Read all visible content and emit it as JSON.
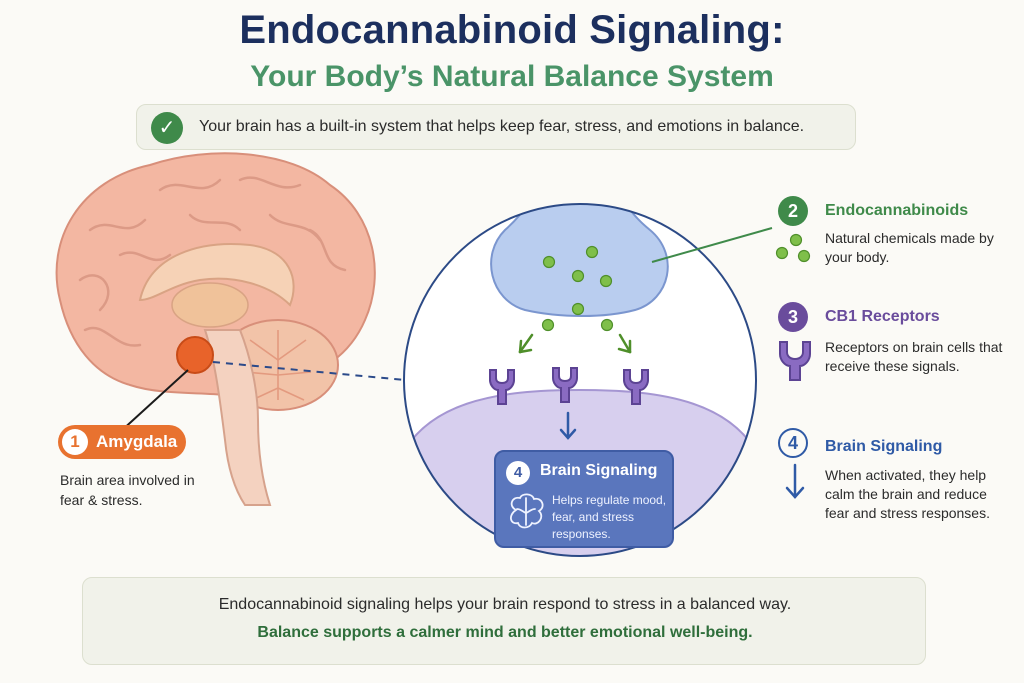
{
  "header": {
    "title": "Endocannabinoid Signaling:",
    "subtitle": "Your Body’s Natural Balance System"
  },
  "intro": {
    "check_icon": "✓",
    "text": "Your brain has a built-in system that helps keep fear, stress, and emotions in balance."
  },
  "amygdala": {
    "number": "1",
    "label": "Amygdala",
    "description": "Brain area involved in fear & stress."
  },
  "center_box": {
    "number": "4",
    "title": "Brain Signaling",
    "description": "Helps regulate mood, fear, and stress responses."
  },
  "legend": [
    {
      "number": "2",
      "title": "Endocannabinoids",
      "description": "Natural chemicals made by your body.",
      "icon": "molecules-icon",
      "color": "#3f8a4a"
    },
    {
      "number": "3",
      "title": "CB1 Receptors",
      "description": "Receptors on brain cells that receive these signals.",
      "icon": "receptor-icon",
      "color": "#6a4c9c"
    },
    {
      "number": "4",
      "title": "Brain Signaling",
      "description": "When activated, they help calm the brain and reduce fear and stress responses.",
      "icon": "down-arrow-icon",
      "color": "#2f5aa6"
    }
  ],
  "footer": {
    "line1": "Endocannabinoid signaling helps your brain respond to stress in a balanced way.",
    "line2": "Balance supports a calmer mind and better emotional well-being."
  },
  "colors": {
    "navy": "#1c2f5e",
    "green": "#4a9468",
    "orange": "#e8722f",
    "purple": "#6a4c9c",
    "blue": "#2f5aa6"
  }
}
